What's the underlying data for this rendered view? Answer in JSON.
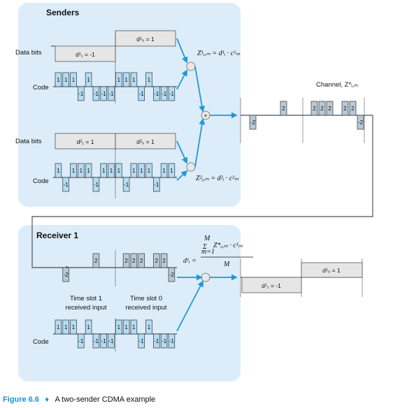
{
  "senders": {
    "title": "Senders",
    "data_bits_label": "Data bits",
    "code_label": "Code",
    "sender1": {
      "bit1": "d¹₁ = -1",
      "bit0": "d¹₀ = 1",
      "code_values": [
        1,
        1,
        1,
        -1,
        1,
        -1,
        -1,
        -1,
        1,
        1,
        1,
        -1,
        1,
        -1,
        -1,
        -1
      ],
      "output_formula": "Z¹ᵢ,ₘ = d¹ᵢ · c¹ₘ"
    },
    "sender2": {
      "bit1": "d²₁ = 1",
      "bit0": "d²₀ = 1",
      "code_values": [
        1,
        -1,
        1,
        1,
        1,
        -1,
        1,
        1,
        1,
        -1,
        1,
        1,
        1,
        -1,
        1,
        1
      ],
      "output_formula": "Z²ᵢ,ₘ = d²ᵢ · c²ₘ"
    },
    "adder_symbol": "+"
  },
  "channel": {
    "label": "Channel, Z*ᵢ,ₘ",
    "values": [
      0,
      -2,
      0,
      0,
      0,
      2,
      0,
      0,
      0,
      2,
      2,
      2,
      0,
      2,
      2,
      -2
    ],
    "value_labels": [
      "",
      "-2",
      "",
      "",
      "",
      "2",
      "",
      "",
      "",
      "2",
      "2",
      "2",
      "",
      "2",
      "2",
      "-2"
    ]
  },
  "receiver": {
    "title": "Receiver 1",
    "code_label": "Code",
    "input_values": [
      0,
      -2,
      0,
      0,
      0,
      2,
      0,
      0,
      0,
      2,
      2,
      2,
      0,
      2,
      2,
      -2
    ],
    "input_labels": [
      "",
      "-2",
      "",
      "",
      "",
      "2",
      "",
      "",
      "",
      "2",
      "2",
      "2",
      "",
      "2",
      "2",
      "-2"
    ],
    "code_values": [
      1,
      1,
      1,
      -1,
      1,
      -1,
      -1,
      -1,
      1,
      1,
      1,
      -1,
      1,
      -1,
      -1,
      -1
    ],
    "slot1_label_line1": "Time slot 1",
    "slot1_label_line2": "received input",
    "slot0_label_line1": "Time slot 0",
    "slot0_label_line2": "received input",
    "formula_lhs": "d¹ᵢ =",
    "formula_sum": "Σ",
    "formula_top": "M",
    "formula_bottom": "m=1",
    "formula_numerator": "Z*ᵢ,ₘ · c¹ₘ",
    "formula_denominator": "M",
    "out_bit1": "d¹₁ = -1",
    "out_bit0": "d¹₀ = 1"
  },
  "caption": {
    "number": "Figure 6.6",
    "separator": "♦",
    "text": "A two-sender CDMA example"
  },
  "colors": {
    "panel": "#dcecf9",
    "arrow": "#1c9ad6",
    "code_bar": "#b4dcf4",
    "channel_bar": "#b8cad6"
  }
}
